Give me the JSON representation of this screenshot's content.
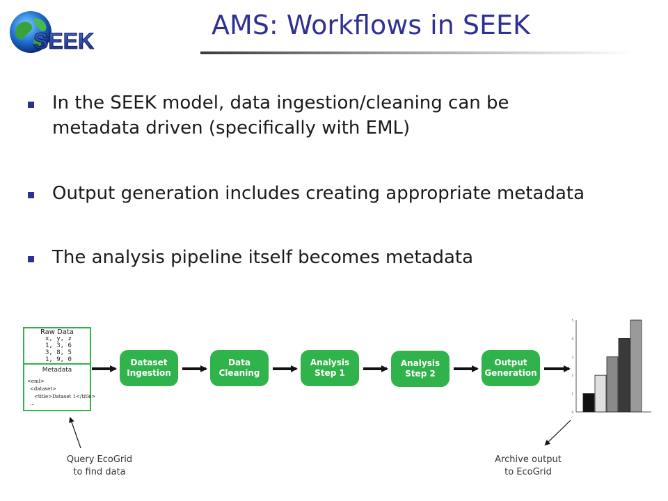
{
  "header": {
    "logo_text": "SEEK",
    "title": "AMS: Workflows in SEEK"
  },
  "bullets": [
    {
      "text": "In the SEEK model, data ingestion/cleaning can be metadata driven (specifically with EML)"
    },
    {
      "text": "Output generation includes creating appropriate metadata"
    },
    {
      "text": "The analysis pipeline itself becomes metadata"
    }
  ],
  "diagram": {
    "raw_data": {
      "title": "Raw Data",
      "lines": [
        "x, y, z",
        "1, 3, 6",
        "3, 8, 5",
        "1, 9, 0"
      ]
    },
    "metadata": {
      "title": "Metadata",
      "lines": [
        "<eml>",
        "<dataset>",
        "<title>Dataset 1</title>",
        "..."
      ]
    },
    "steps": [
      {
        "label": "Dataset Ingestion"
      },
      {
        "label": "Data Cleaning"
      },
      {
        "label": "Analysis Step 1"
      },
      {
        "label": "Analysis Step 2"
      },
      {
        "label": "Output Generation"
      }
    ],
    "output_chart": {
      "bar_values": [
        1,
        2,
        3,
        4,
        5
      ],
      "bar_colors": [
        "#111111",
        "#e0e0e0",
        "#8a8a8a",
        "#3a3a3a",
        "#9a9a9a"
      ],
      "y_ticks": [
        "0",
        "1",
        "2",
        "3",
        "4",
        "5"
      ]
    },
    "captions": {
      "query": "Query EcoGrid\nto find data",
      "archive": "Archive output\nto EcoGrid"
    },
    "colors": {
      "step_green": "#2fb34a",
      "title_blue": "#2e3192"
    }
  }
}
